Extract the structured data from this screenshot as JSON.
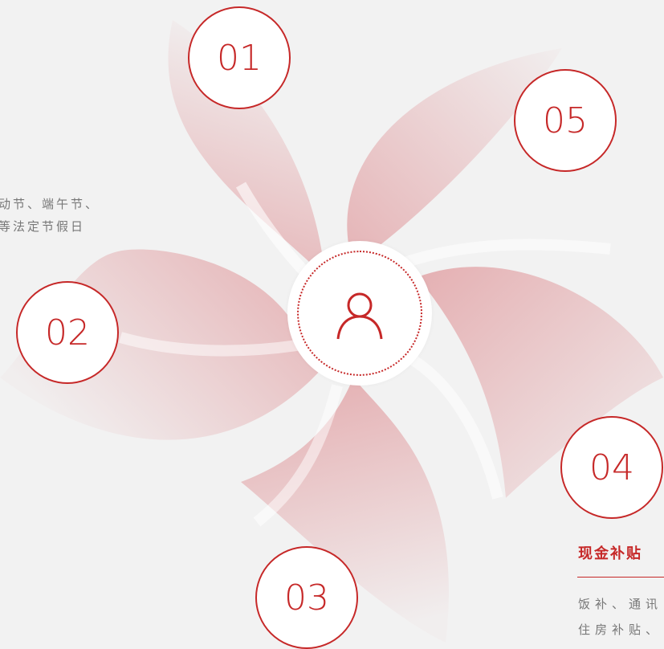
{
  "center": {
    "icon": "user-icon"
  },
  "items": [
    {
      "number": "01",
      "text_lines": [
        "动节、端午节、",
        "等法定节假日"
      ]
    },
    {
      "number": "02"
    },
    {
      "number": "03"
    },
    {
      "number": "04",
      "title": "现金补贴",
      "text_lines": [
        "饭补、通讯",
        "住房补贴、"
      ]
    },
    {
      "number": "05"
    }
  ],
  "colors": {
    "accent": "#c62828",
    "petal": "#e6b4b6",
    "background": "#f2f2f2",
    "body_text": "#777777"
  }
}
